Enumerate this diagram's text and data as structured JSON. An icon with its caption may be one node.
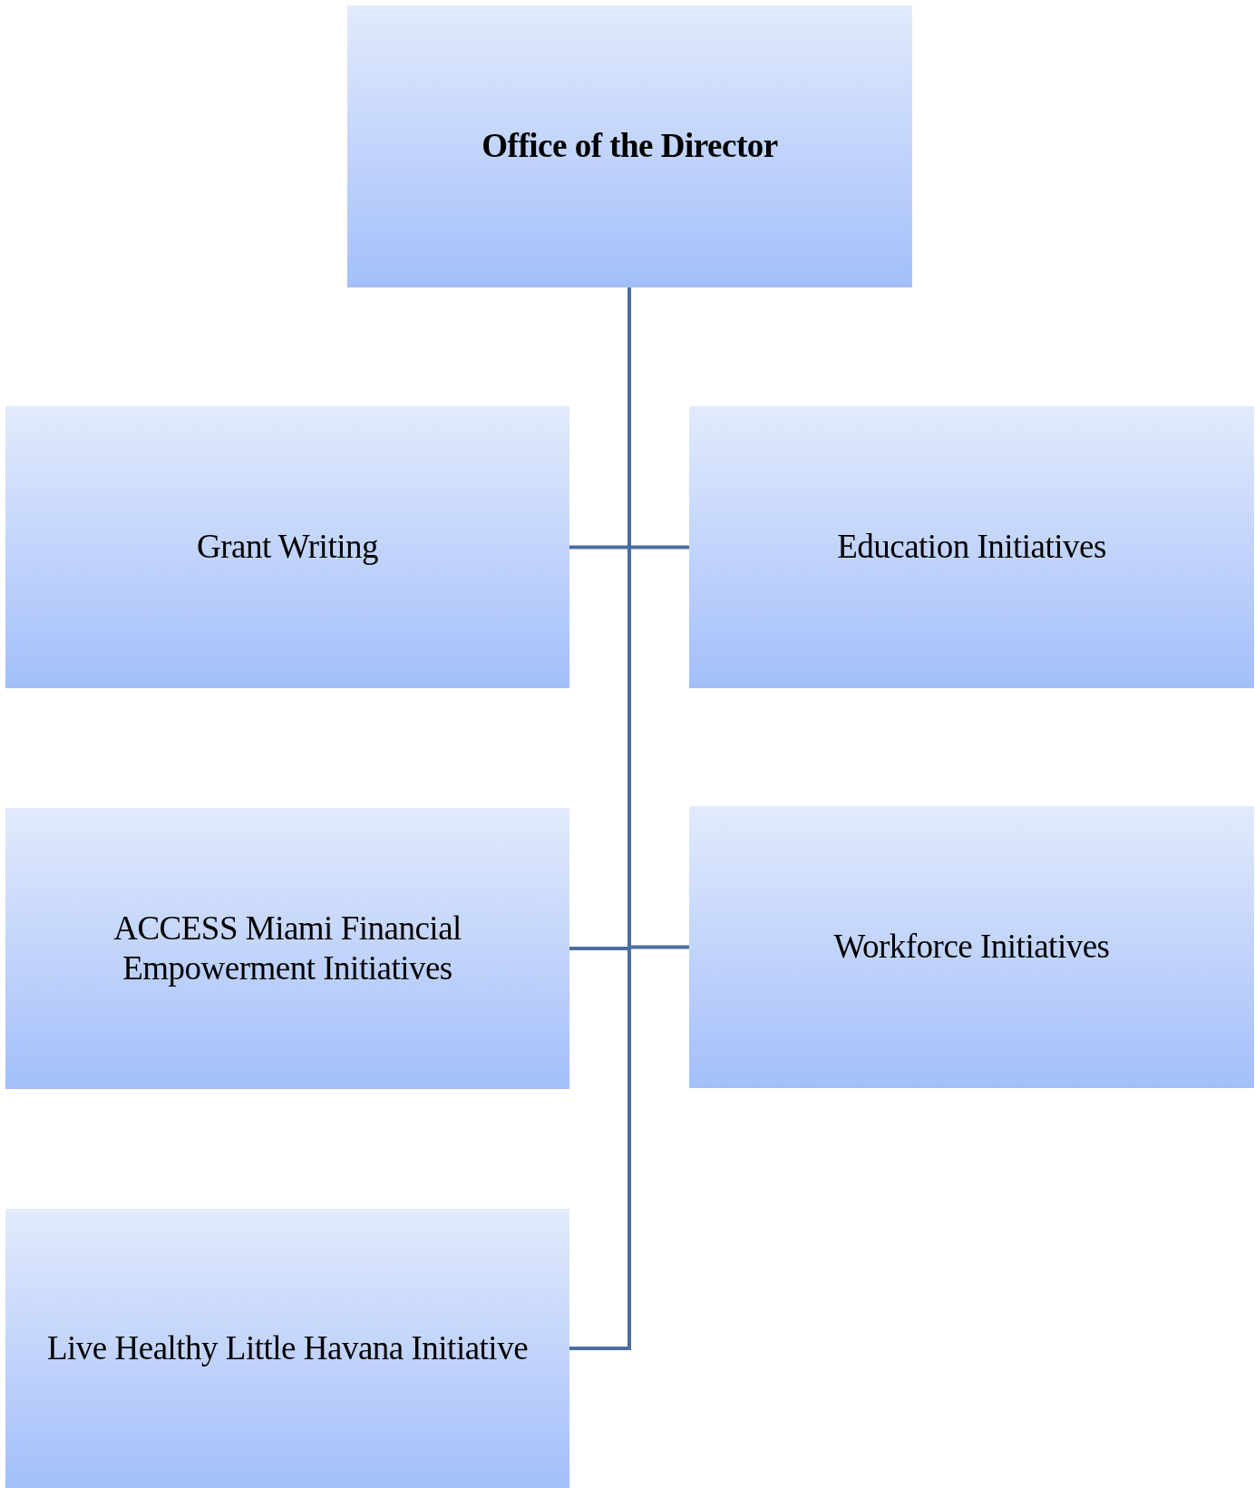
{
  "diagram": {
    "nodes": [
      {
        "text": [
          "Office of the Director"
        ]
      },
      {
        "text": [
          "Grant Writing"
        ]
      },
      {
        "text": [
          "Education Initiatives"
        ]
      },
      {
        "text": [
          "ACCESS Miami Financial Empowerment Initiatives"
        ]
      },
      {
        "text": [
          "Workforce Initiatives"
        ]
      },
      {
        "text": [
          "Live Healthy Little Havana Initiative"
        ]
      }
    ],
    "edges": [
      {
        "from": 0,
        "to": 1,
        "arrow": "none"
      },
      {
        "from": 0,
        "to": 2,
        "arrow": "none"
      },
      {
        "from": 0,
        "to": 3,
        "arrow": "none"
      },
      {
        "from": 0,
        "to": 4,
        "arrow": "none"
      },
      {
        "from": 0,
        "to": 5,
        "arrow": "none"
      }
    ]
  }
}
